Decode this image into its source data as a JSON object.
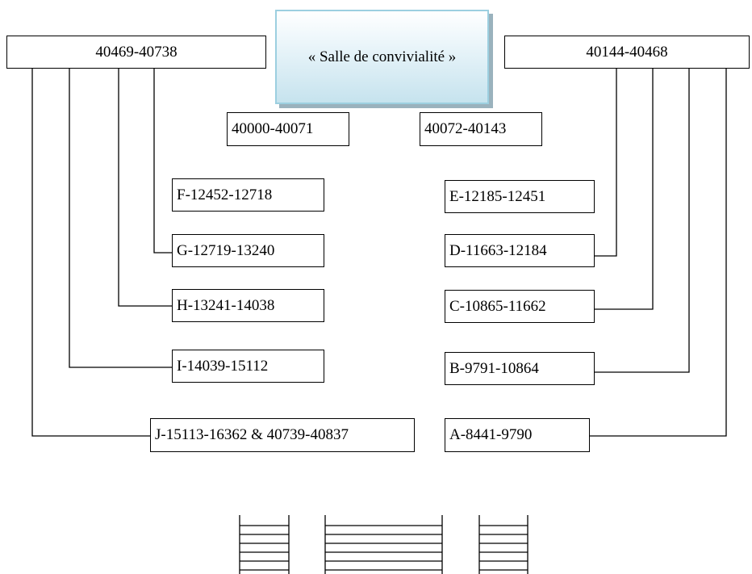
{
  "hall": {
    "label": "« Salle de convivialité »"
  },
  "ranges": {
    "left_header": "40469-40738",
    "right_header": "40144-40468",
    "front_left": "40000-40071",
    "front_right": "40072-40143"
  },
  "left_sections": [
    "F-12452-12718",
    "G-12719-13240",
    "H-13241-14038",
    "I-14039-15112",
    "J-15113-16362 & 40739-40837"
  ],
  "right_sections": [
    "E-12185-12451",
    "D-11663-12184",
    "C-10865-11662",
    "B-9791-10864",
    "A-8441-9790"
  ]
}
